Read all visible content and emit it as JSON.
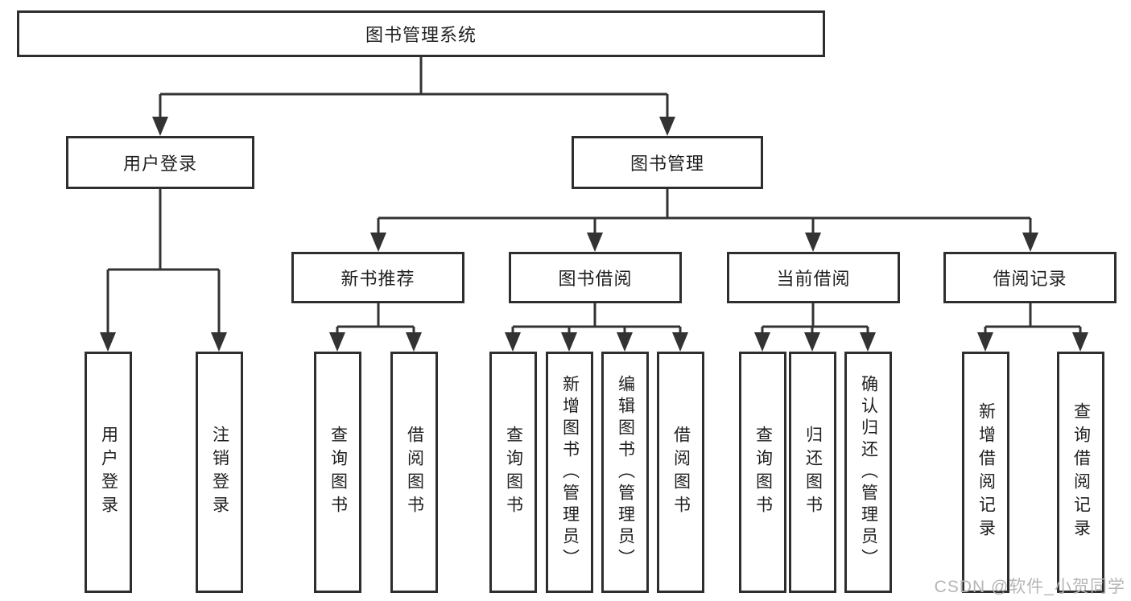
{
  "diagram": {
    "root": {
      "label": "图书管理系统"
    },
    "level1": [
      {
        "label": "用户登录"
      },
      {
        "label": "图书管理"
      }
    ],
    "level2": [
      {
        "label": "新书推荐"
      },
      {
        "label": "图书借阅"
      },
      {
        "label": "当前借阅"
      },
      {
        "label": "借阅记录"
      }
    ],
    "leaves": {
      "user_login": [
        {
          "label": "用户登录"
        },
        {
          "label": "注销登录"
        }
      ],
      "new_book": [
        {
          "label": "查询图书"
        },
        {
          "label": "借阅图书"
        }
      ],
      "book_borrow": [
        {
          "label": "查询图书"
        },
        {
          "label": "新增图书（管理员）"
        },
        {
          "label": "编辑图书（管理员）"
        },
        {
          "label": "借阅图书"
        }
      ],
      "current_borrow": [
        {
          "label": "查询图书"
        },
        {
          "label": "归还图书"
        },
        {
          "label": "确认归还（管理员）"
        }
      ],
      "borrow_records": [
        {
          "label": "新增借阅记录"
        },
        {
          "label": "查询借阅记录"
        }
      ]
    }
  },
  "watermark": {
    "text": "CSDN @软件_小贺同学"
  },
  "colors": {
    "line": "#333333",
    "box_border": "#2e2e2e",
    "text": "#1f1f1f",
    "background": "#ffffff",
    "watermark": "#b5b5b5"
  }
}
